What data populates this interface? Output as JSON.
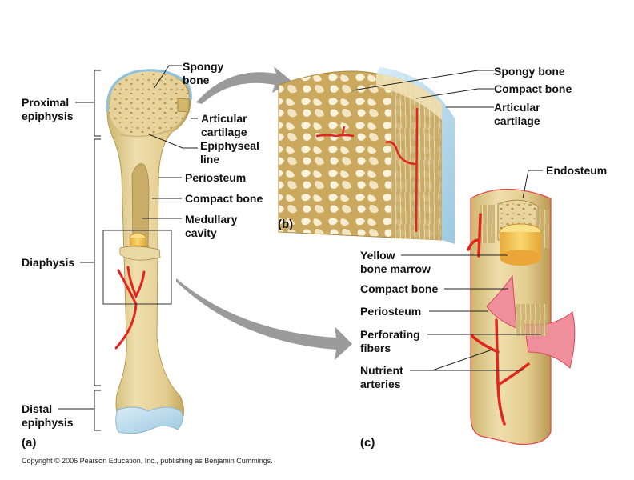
{
  "figure": {
    "panels": [
      {
        "id": "a",
        "label": "(a)"
      },
      {
        "id": "b",
        "label": "(b)"
      },
      {
        "id": "c",
        "label": "(c)"
      }
    ],
    "copyright": "Copyright © 2006 Pearson Education, Inc., publishing as Benjamin Cummings."
  },
  "panel_a": {
    "regions": {
      "proximal_epiphysis": "Proximal\nepiphysis",
      "diaphysis": "Diaphysis",
      "distal_epiphysis": "Distal\nepiphysis"
    },
    "labels": {
      "spongy_bone": "Spongy\nbone",
      "articular_cartilage": "Articular\ncartilage",
      "epiphyseal_line": "Epiphyseal\nline",
      "periosteum": "Periosteum",
      "compact_bone": "Compact bone",
      "medullary_cavity": "Medullary\ncavity"
    }
  },
  "panel_b": {
    "labels": {
      "spongy_bone": "Spongy bone",
      "compact_bone": "Compact bone",
      "articular_cartilage": "Articular\ncartilage"
    }
  },
  "panel_c": {
    "labels": {
      "endosteum": "Endosteum",
      "yellow_bone_marrow": "Yellow\nbone marrow",
      "compact_bone": "Compact bone",
      "periosteum": "Periosteum",
      "perforating_fibers": "Perforating\nfibers",
      "nutrient_arteries": "Nutrient\narteries"
    }
  },
  "colors": {
    "bone": "#e6d29a",
    "bone_dark": "#c8ac62",
    "cartilage": "#bcdcec",
    "artery": "#e0261e",
    "marrow": "#f2c24a",
    "periosteum_pink": "#ef8f9c",
    "arrow": "#9a9a9a"
  }
}
